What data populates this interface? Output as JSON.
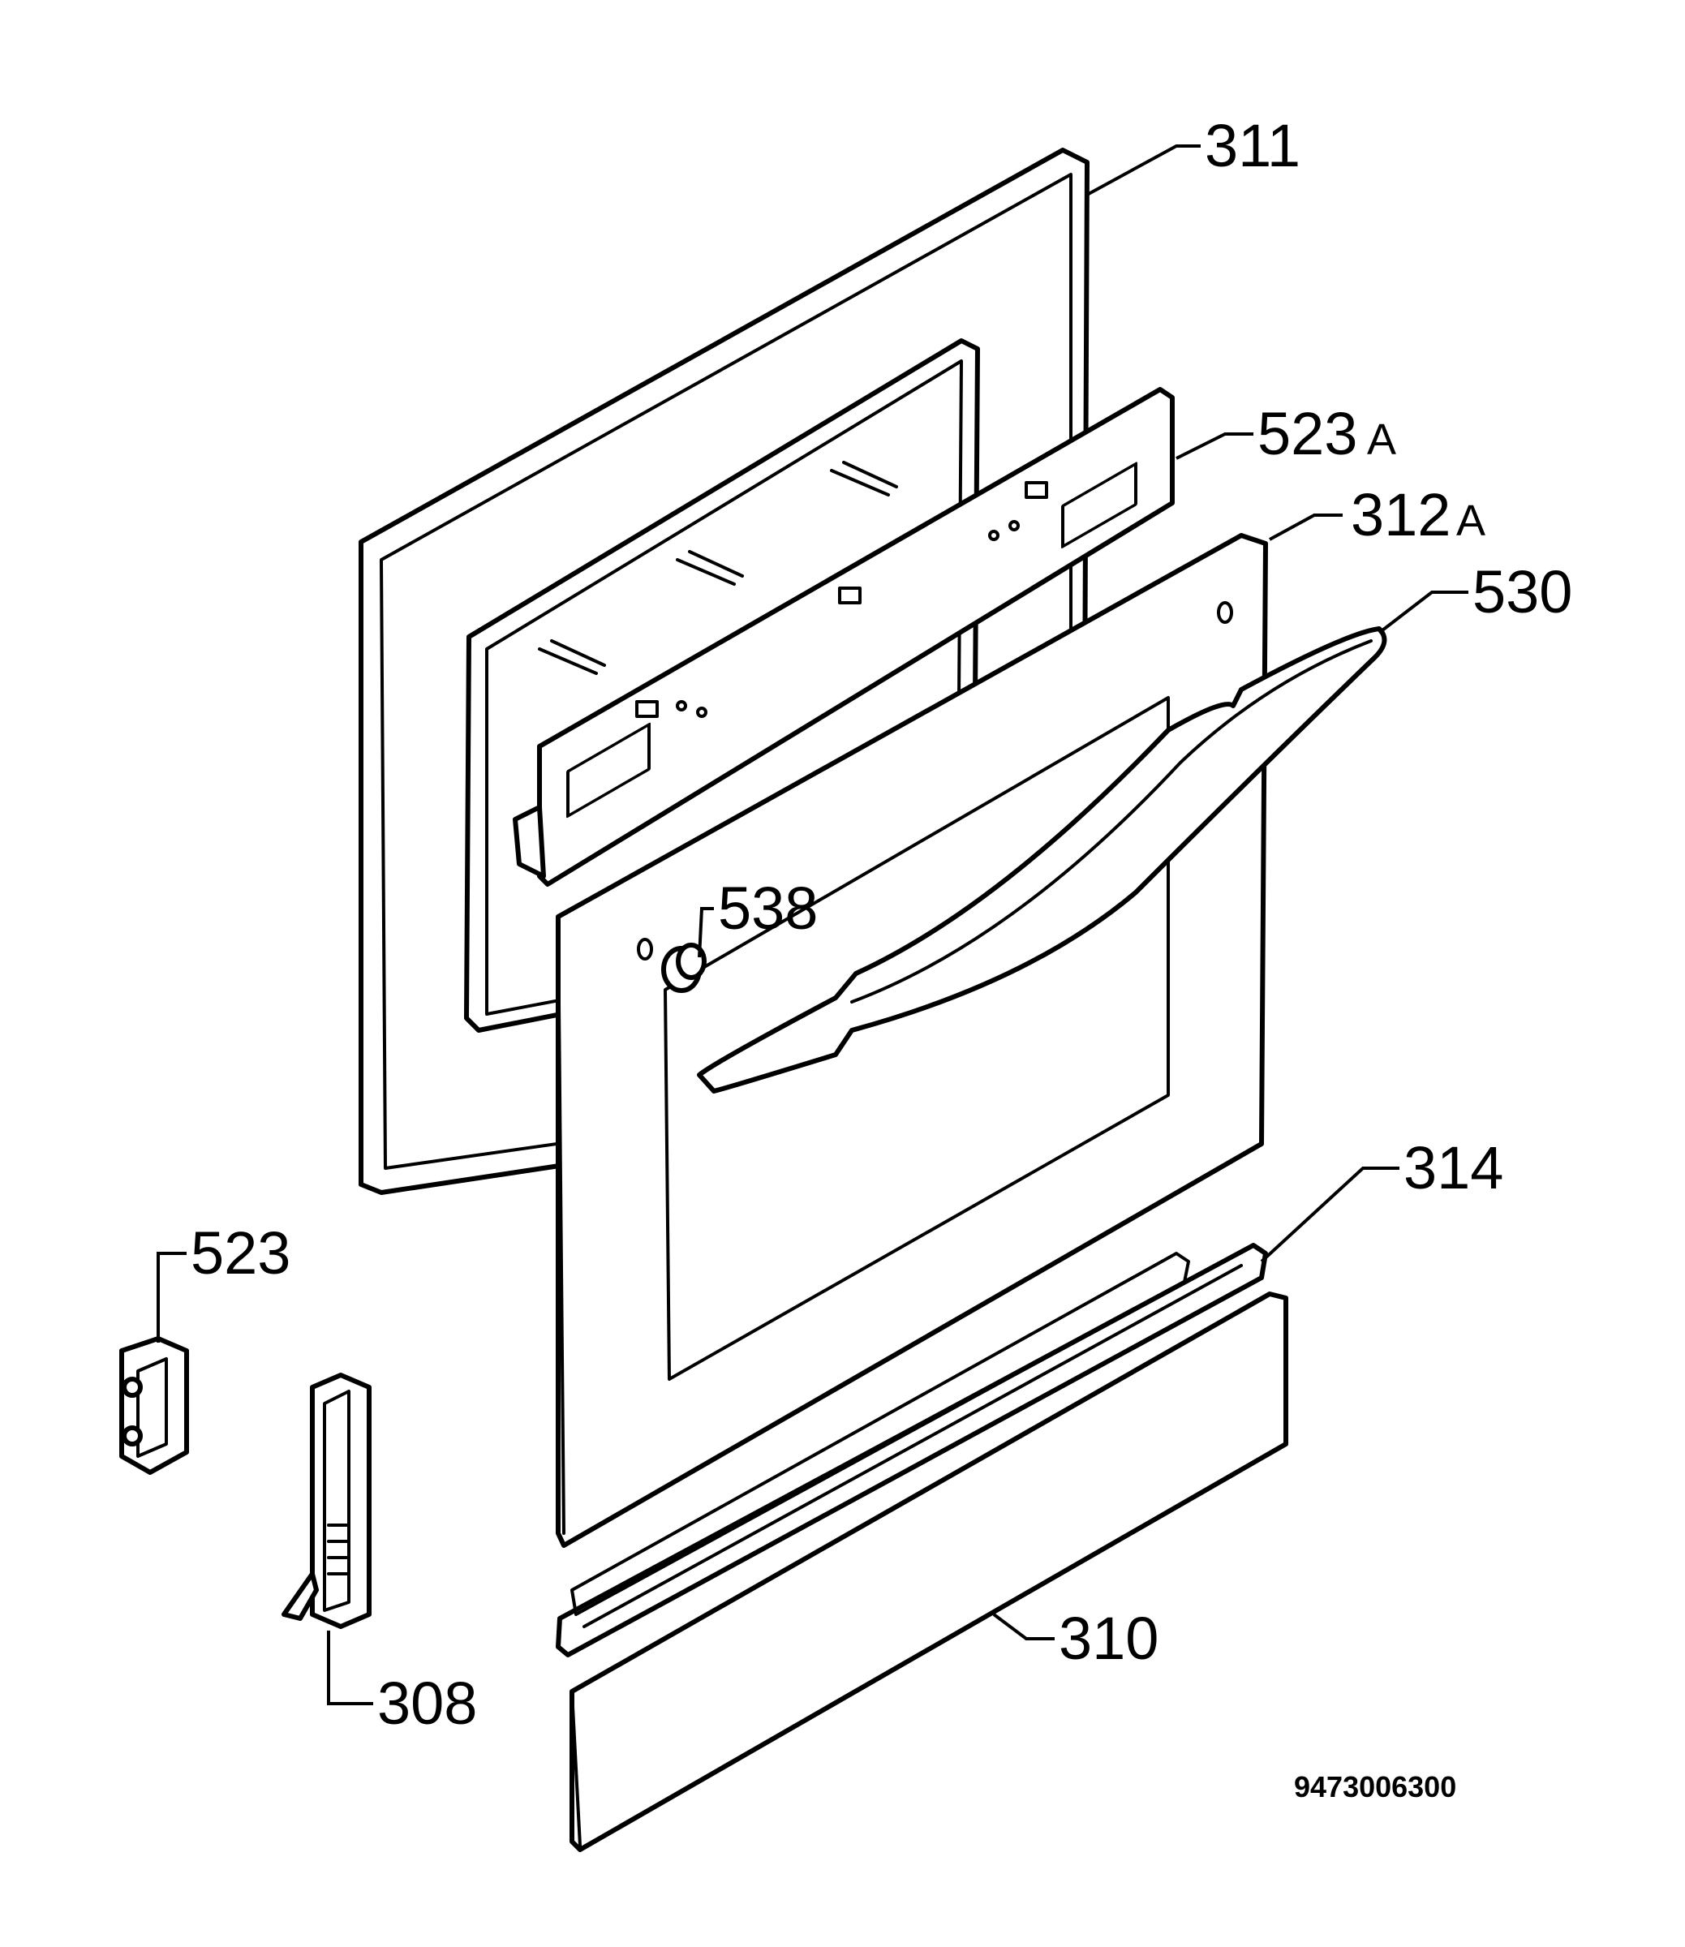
{
  "labels": {
    "p311": "311",
    "p523a": "523",
    "p523a_suffix": "A",
    "p312a": "312",
    "p312a_suffix": "A",
    "p530": "530",
    "p538": "538",
    "p314": "314",
    "p523": "523",
    "p308": "308",
    "p310": "310"
  },
  "reference_number": "9473006300",
  "colors": {
    "line": "#000000",
    "background": "#ffffff"
  }
}
